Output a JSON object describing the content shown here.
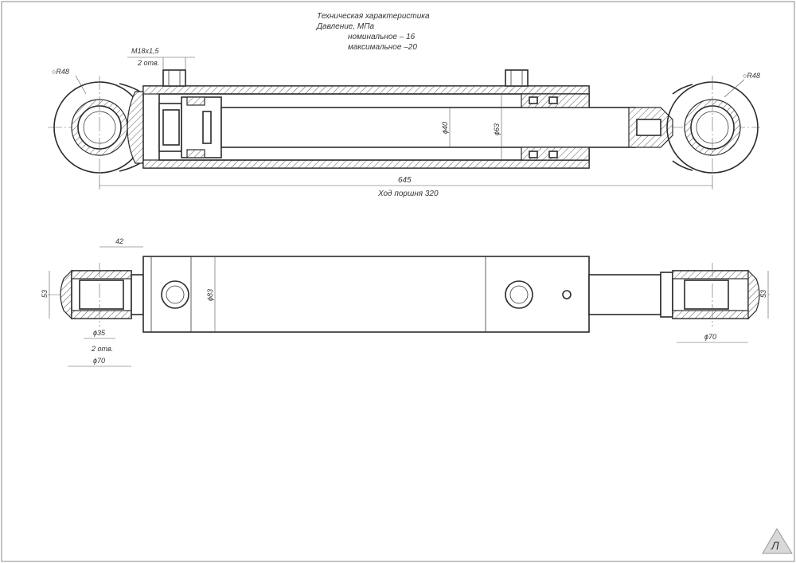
{
  "tech": {
    "title": "Техническая характеристика",
    "pressure_label": "Давление, МПа",
    "nominal": "номинальное – 16",
    "maximal": "максимальное –20"
  },
  "top_view": {
    "thread_label": "М18х1,5",
    "thread_count": "2 отв.",
    "radius_left": "○R48",
    "radius_right": "○R48",
    "rod_diameter": "ϕ40",
    "bore_diameter": "ϕ63",
    "total_length": "645",
    "stroke": "Ход поршня 320"
  },
  "bottom_view": {
    "width_42": "42",
    "height_left": "53",
    "height_right": "53",
    "barrel_diameter": "ϕ83",
    "hole_diameter": "ϕ35",
    "hole_count": "2 отв.",
    "eye_left": "ϕ70",
    "eye_right": "ϕ70"
  },
  "logo_letter": "Л"
}
